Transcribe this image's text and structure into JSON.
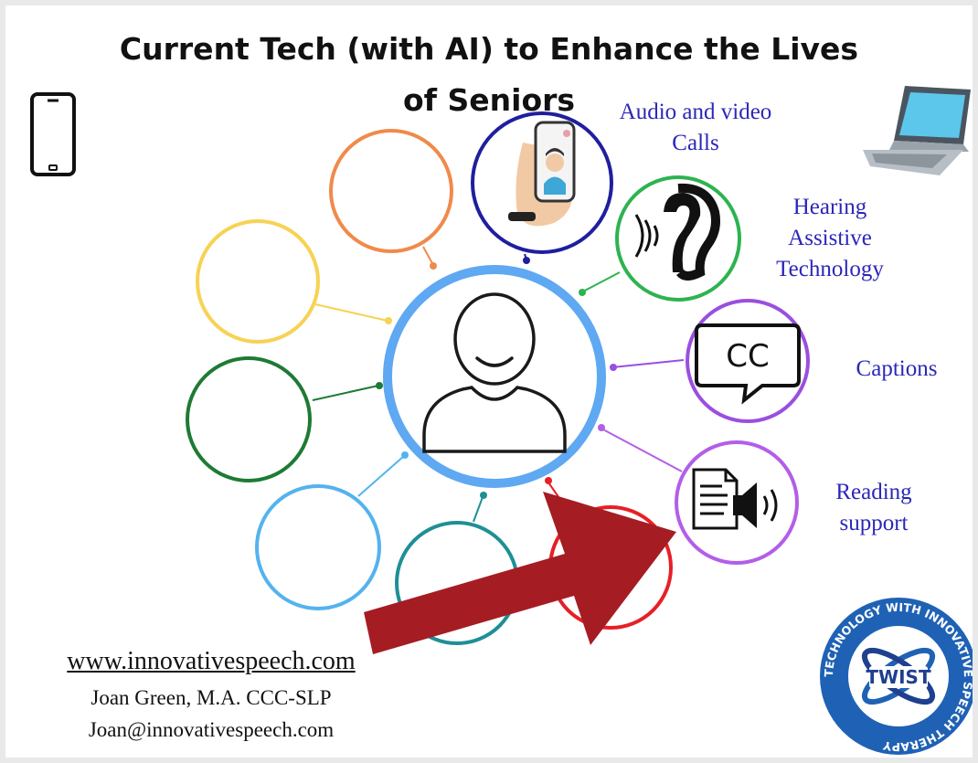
{
  "title_line1": "Current Tech (with AI) to Enhance the Lives",
  "title_line2": "of Seniors",
  "labels": {
    "calls": [
      "Audio and video",
      "Calls"
    ],
    "hearing": [
      "Hearing",
      "Assistive",
      "Technology"
    ],
    "captions": "Captions",
    "reading": [
      "Reading",
      "support"
    ]
  },
  "icons": {
    "phone": "smartphone-icon",
    "laptop": "laptop-icon",
    "person": "person-icon",
    "video_call": "video-call-icon",
    "ear": "ear-sound-icon",
    "cc": "closed-captions-icon",
    "reading": "document-speaker-icon",
    "arrow": "red-arrow-icon"
  },
  "logo": {
    "ring_text": "TECHNOLOGY WITH INNOVATIVE SPEECH THERAPY",
    "center_text": "TWIST"
  },
  "footer": {
    "url": "www.innovativespeech.com",
    "name": "Joan Green, M.A. CCC-SLP",
    "email": "Joan@innovativespeech.com"
  },
  "colors": {
    "center": "#5fa8f2",
    "orange": "#f08a4b",
    "yellow": "#f7d254",
    "dark_green": "#1e7a34",
    "light_blue": "#53b3ee",
    "teal": "#1f8f95",
    "red": "#e62026",
    "navy": "#1f1f9e",
    "green": "#2db350",
    "purple": "#9a4fe0",
    "violet": "#b35ee8",
    "arrow": "#a61c23",
    "label": "#2b27b8",
    "logo": "#1f62b5"
  }
}
